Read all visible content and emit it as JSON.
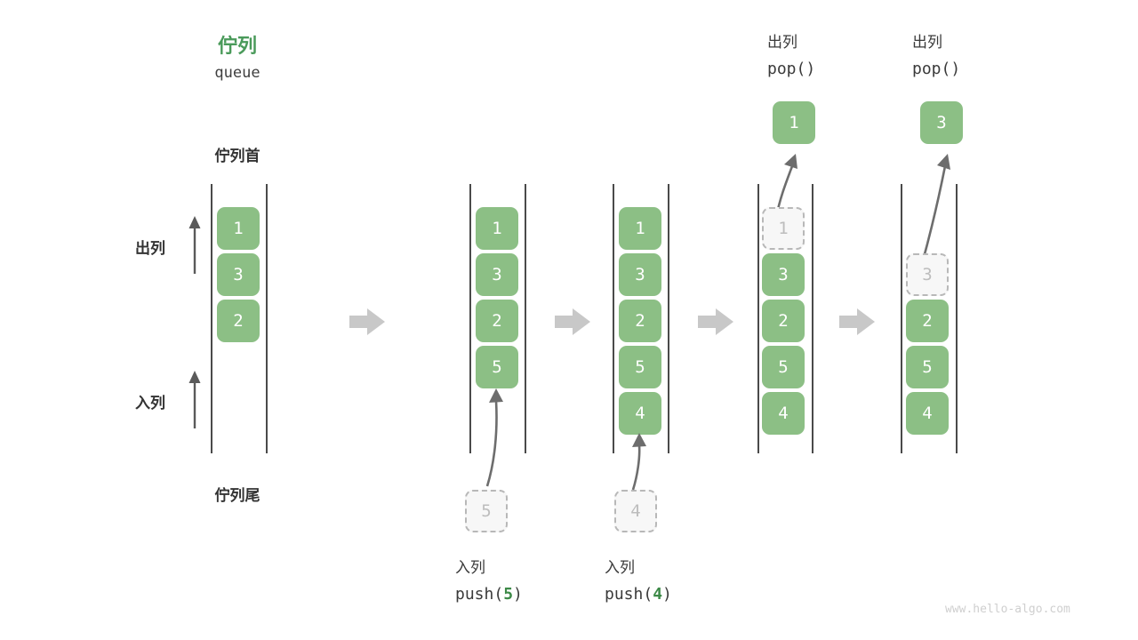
{
  "diagram": {
    "title_cn": "佇列",
    "title_en": "queue",
    "head_label": "佇列首",
    "tail_label": "佇列尾",
    "dequeue_label": "出列",
    "enqueue_label": "入列",
    "watermark": "www.hello-algo.com",
    "accent_color": "#4a9a5a",
    "cell_color": "#8cbf85",
    "ghost_color": "#bdbdbd",
    "arrow_color": "#c8c8c8"
  },
  "columns": [
    {
      "id": "initial",
      "caption_cn": "",
      "caption_code": "",
      "cells": [
        {
          "value": "1",
          "state": "filled"
        },
        {
          "value": "3",
          "state": "filled"
        },
        {
          "value": "2",
          "state": "filled"
        }
      ]
    },
    {
      "id": "push5",
      "caption_cn": "入列",
      "caption_code_prefix": "push(",
      "caption_code_arg": "5",
      "caption_code_suffix": ")",
      "incoming": "5",
      "cells": [
        {
          "value": "1",
          "state": "filled"
        },
        {
          "value": "3",
          "state": "filled"
        },
        {
          "value": "2",
          "state": "filled"
        },
        {
          "value": "5",
          "state": "filled"
        }
      ]
    },
    {
      "id": "push4",
      "caption_cn": "入列",
      "caption_code_prefix": "push(",
      "caption_code_arg": "4",
      "caption_code_suffix": ")",
      "incoming": "4",
      "cells": [
        {
          "value": "1",
          "state": "filled"
        },
        {
          "value": "3",
          "state": "filled"
        },
        {
          "value": "2",
          "state": "filled"
        },
        {
          "value": "5",
          "state": "filled"
        },
        {
          "value": "4",
          "state": "filled"
        }
      ]
    },
    {
      "id": "pop1",
      "caption_cn": "出列",
      "caption_code": "pop()",
      "popped": "1",
      "cells": [
        {
          "value": "1",
          "state": "ghost"
        },
        {
          "value": "3",
          "state": "filled"
        },
        {
          "value": "2",
          "state": "filled"
        },
        {
          "value": "5",
          "state": "filled"
        },
        {
          "value": "4",
          "state": "filled"
        }
      ]
    },
    {
      "id": "pop3",
      "caption_cn": "出列",
      "caption_code": "pop()",
      "popped": "3",
      "cells": [
        {
          "value": "",
          "state": "empty"
        },
        {
          "value": "3",
          "state": "ghost"
        },
        {
          "value": "2",
          "state": "filled"
        },
        {
          "value": "5",
          "state": "filled"
        },
        {
          "value": "4",
          "state": "filled"
        }
      ]
    }
  ],
  "transitions": [
    "step-1",
    "step-2",
    "step-3",
    "step-4"
  ]
}
